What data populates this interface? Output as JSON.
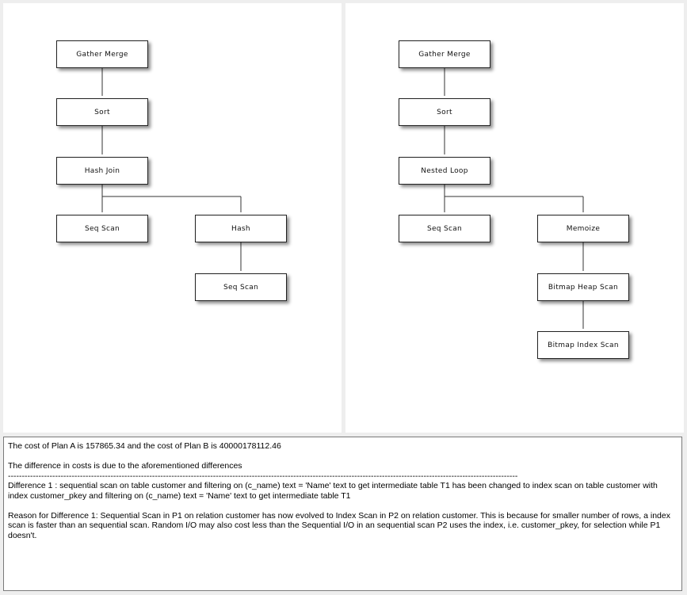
{
  "plan_a": {
    "nodes": {
      "gather_merge": "Gather Merge",
      "sort": "Sort",
      "hash_join": "Hash Join",
      "seq_scan_left": "Seq Scan",
      "hash": "Hash",
      "seq_scan_right": "Seq Scan"
    }
  },
  "plan_b": {
    "nodes": {
      "gather_merge": "Gather Merge",
      "sort": "Sort",
      "nested_loop": "Nested Loop",
      "seq_scan": "Seq Scan",
      "memoize": "Memoize",
      "bitmap_heap_scan": "Bitmap Heap Scan",
      "bitmap_index_scan": "Bitmap Index Scan"
    }
  },
  "explanation": {
    "cost_line": "The cost of Plan A is 157865.34 and the cost of Plan B is 40000178112.46",
    "difference_intro": "The difference in costs is due to the aforementioned differences",
    "separator": "----------------------------------------------------------------------------------------------------------------------------------------------------------------------------------------",
    "difference_1": "Difference 1 : sequential scan on table customer and filtering on (c_name) text = 'Name' text to get intermediate table T1 has been changed to index scan on table customer with index customer_pkey and filtering on (c_name) text = 'Name' text to get intermediate table T1",
    "reason_1": "Reason for Difference 1: Sequential Scan in P1 on relation customer has now evolved to Index Scan in P2 on relation customer. This is because for smaller number of rows, a index scan is faster than an sequential scan. Random I/O may also cost less than the Sequential I/O in an sequential scan P2 uses the index, i.e. customer_pkey, for selection while P1 doesn't."
  }
}
